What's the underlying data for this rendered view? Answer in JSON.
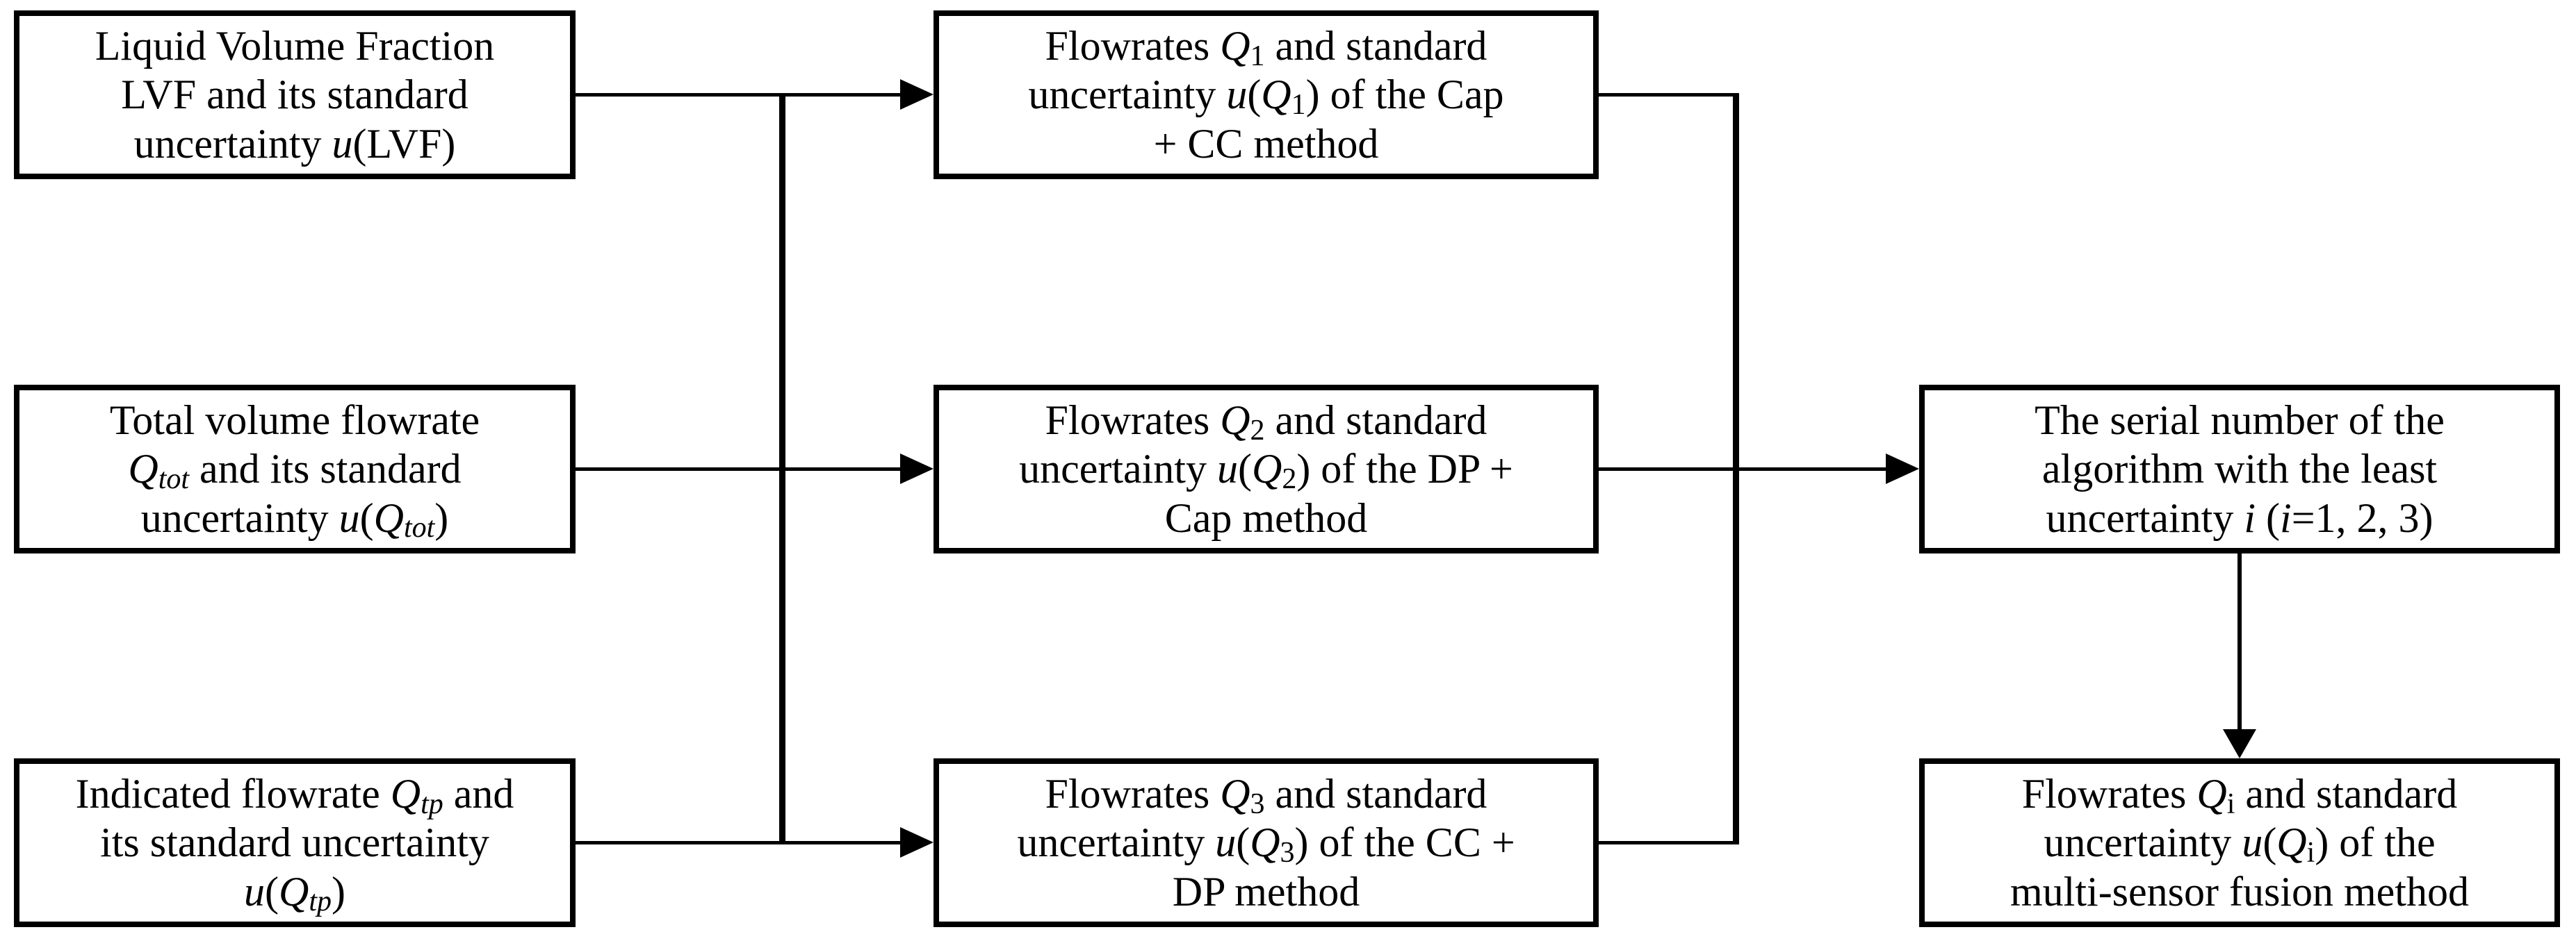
{
  "figure": {
    "type": "flowchart",
    "colors": {
      "ink": "#000000",
      "paper": "#ffffff"
    },
    "boxes": {
      "lvf": {
        "label": "Liquid Volume Fraction LVF and its standard uncertainty u(LVF)",
        "lines": [
          [
            {
              "t": "Liquid Volume Fraction"
            }
          ],
          [
            {
              "t": "LVF and its standard"
            }
          ],
          [
            {
              "t": "uncertainty "
            },
            {
              "t": "u",
              "i": true
            },
            {
              "t": "(LVF)"
            }
          ]
        ]
      },
      "qtot": {
        "label": "Total volume flowrate Qtot and its standard uncertainty u(Qtot)",
        "lines": [
          [
            {
              "t": "Total volume flowrate"
            }
          ],
          [
            {
              "t": "Q",
              "i": true
            },
            {
              "t": "tot",
              "i": true,
              "sub": true
            },
            {
              "t": " and its standard"
            }
          ],
          [
            {
              "t": "uncertainty "
            },
            {
              "t": "u",
              "i": true
            },
            {
              "t": "("
            },
            {
              "t": "Q",
              "i": true
            },
            {
              "t": "tot",
              "i": true,
              "sub": true
            },
            {
              "t": ")"
            }
          ]
        ]
      },
      "qtp": {
        "label": "Indicated flowrate Qtp and its standard uncertainty u(Qtp)",
        "lines": [
          [
            {
              "t": "Indicated flowrate "
            },
            {
              "t": "Q",
              "i": true
            },
            {
              "t": "tp",
              "i": true,
              "sub": true
            },
            {
              "t": " and"
            }
          ],
          [
            {
              "t": "its standard uncertainty"
            }
          ],
          [
            {
              "t": "u",
              "i": true
            },
            {
              "t": "("
            },
            {
              "t": "Q",
              "i": true
            },
            {
              "t": "tp",
              "i": true,
              "sub": true
            },
            {
              "t": ")"
            }
          ]
        ]
      },
      "m1": {
        "label": "Flowrates Q1 and standard uncertainty u(Q1) of the Cap + CC method",
        "lines": [
          [
            {
              "t": "Flowrates "
            },
            {
              "t": "Q",
              "i": true
            },
            {
              "t": "1",
              "sub": true
            },
            {
              "t": " and standard"
            }
          ],
          [
            {
              "t": "uncertainty "
            },
            {
              "t": "u",
              "i": true
            },
            {
              "t": "("
            },
            {
              "t": "Q",
              "i": true
            },
            {
              "t": "1",
              "sub": true
            },
            {
              "t": ") of the Cap"
            }
          ],
          [
            {
              "t": "+ CC method"
            }
          ]
        ]
      },
      "m2": {
        "label": "Flowrates Q2 and standard uncertainty u(Q2) of the DP + Cap method",
        "lines": [
          [
            {
              "t": "Flowrates "
            },
            {
              "t": "Q",
              "i": true
            },
            {
              "t": "2",
              "sub": true
            },
            {
              "t": " and standard"
            }
          ],
          [
            {
              "t": "uncertainty "
            },
            {
              "t": "u",
              "i": true
            },
            {
              "t": "("
            },
            {
              "t": "Q",
              "i": true
            },
            {
              "t": "2",
              "sub": true
            },
            {
              "t": ") of the DP +"
            }
          ],
          [
            {
              "t": "Cap method"
            }
          ]
        ]
      },
      "m3": {
        "label": "Flowrates Q3 and standard uncertainty u(Q3) of the CC + DP method",
        "lines": [
          [
            {
              "t": "Flowrates "
            },
            {
              "t": "Q",
              "i": true
            },
            {
              "t": "3",
              "sub": true
            },
            {
              "t": " and standard"
            }
          ],
          [
            {
              "t": "uncertainty "
            },
            {
              "t": "u",
              "i": true
            },
            {
              "t": "("
            },
            {
              "t": "Q",
              "i": true
            },
            {
              "t": "3",
              "sub": true
            },
            {
              "t": ") of the CC +"
            }
          ],
          [
            {
              "t": "DP method"
            }
          ]
        ]
      },
      "serial": {
        "label": "The serial number of the algorithm with the least uncertainty i (i=1, 2, 3)",
        "lines": [
          [
            {
              "t": "The serial number of the"
            }
          ],
          [
            {
              "t": "algorithm with the least"
            }
          ],
          [
            {
              "t": "uncertainty "
            },
            {
              "t": "i",
              "i": true
            },
            {
              "t": " ("
            },
            {
              "t": "i",
              "i": true
            },
            {
              "t": "=1, 2, 3)"
            }
          ]
        ]
      },
      "fusion": {
        "label": "Flowrates Qi and standard uncertainty u(Qi) of the multi-sensor fusion method",
        "lines": [
          [
            {
              "t": "Flowrates "
            },
            {
              "t": "Q",
              "i": true
            },
            {
              "t": "i",
              "sub": true
            },
            {
              "t": " and standard"
            }
          ],
          [
            {
              "t": "uncertainty "
            },
            {
              "t": "u",
              "i": true
            },
            {
              "t": "("
            },
            {
              "t": "Q",
              "i": true
            },
            {
              "t": "i",
              "sub": true
            },
            {
              "t": ") of the"
            }
          ],
          [
            {
              "t": "multi-sensor fusion method"
            }
          ]
        ]
      }
    }
  }
}
